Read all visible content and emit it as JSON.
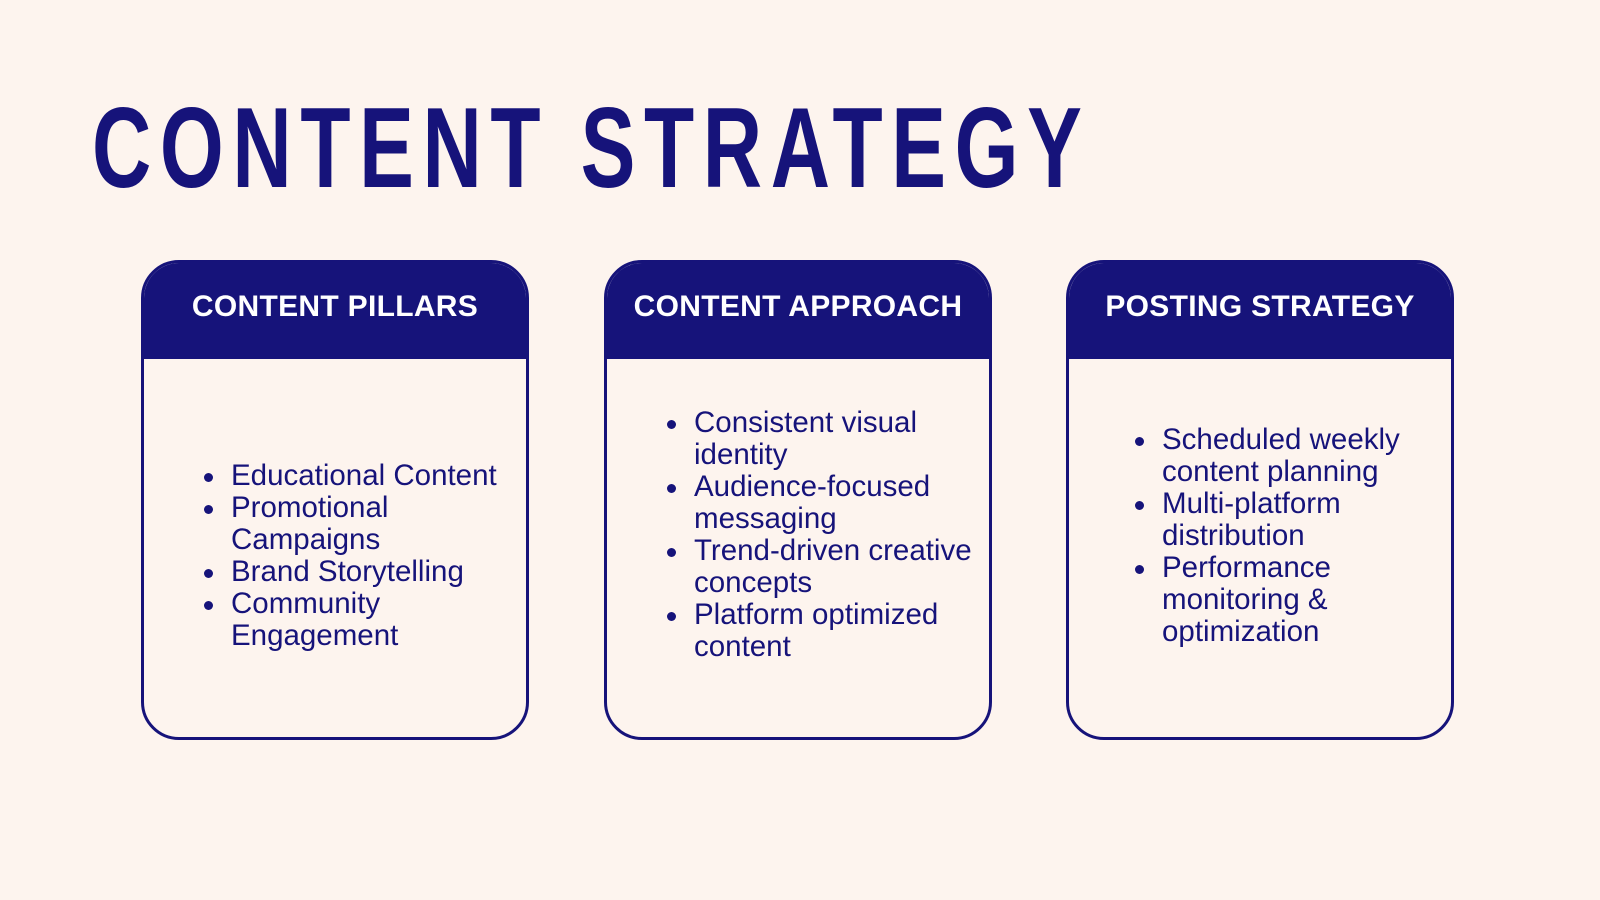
{
  "title": "CONTENT STRATEGY",
  "colors": {
    "background": "#fdf4ee",
    "accent": "#16137a",
    "header_text": "#ffffff"
  },
  "cards": [
    {
      "title": "CONTENT PILLARS",
      "items": [
        "Educational Content",
        "Promotional Campaigns",
        "Brand Storytelling",
        "Community Engagement"
      ]
    },
    {
      "title": "CONTENT APPROACH",
      "items": [
        "Consistent visual identity",
        "Audience-focused messaging",
        "Trend-driven creative concepts",
        "Platform optimized content"
      ]
    },
    {
      "title": "POSTING STRATEGY",
      "items": [
        "Scheduled weekly content planning",
        "Multi-platform distribution",
        "Performance monitoring & optimization"
      ]
    }
  ]
}
